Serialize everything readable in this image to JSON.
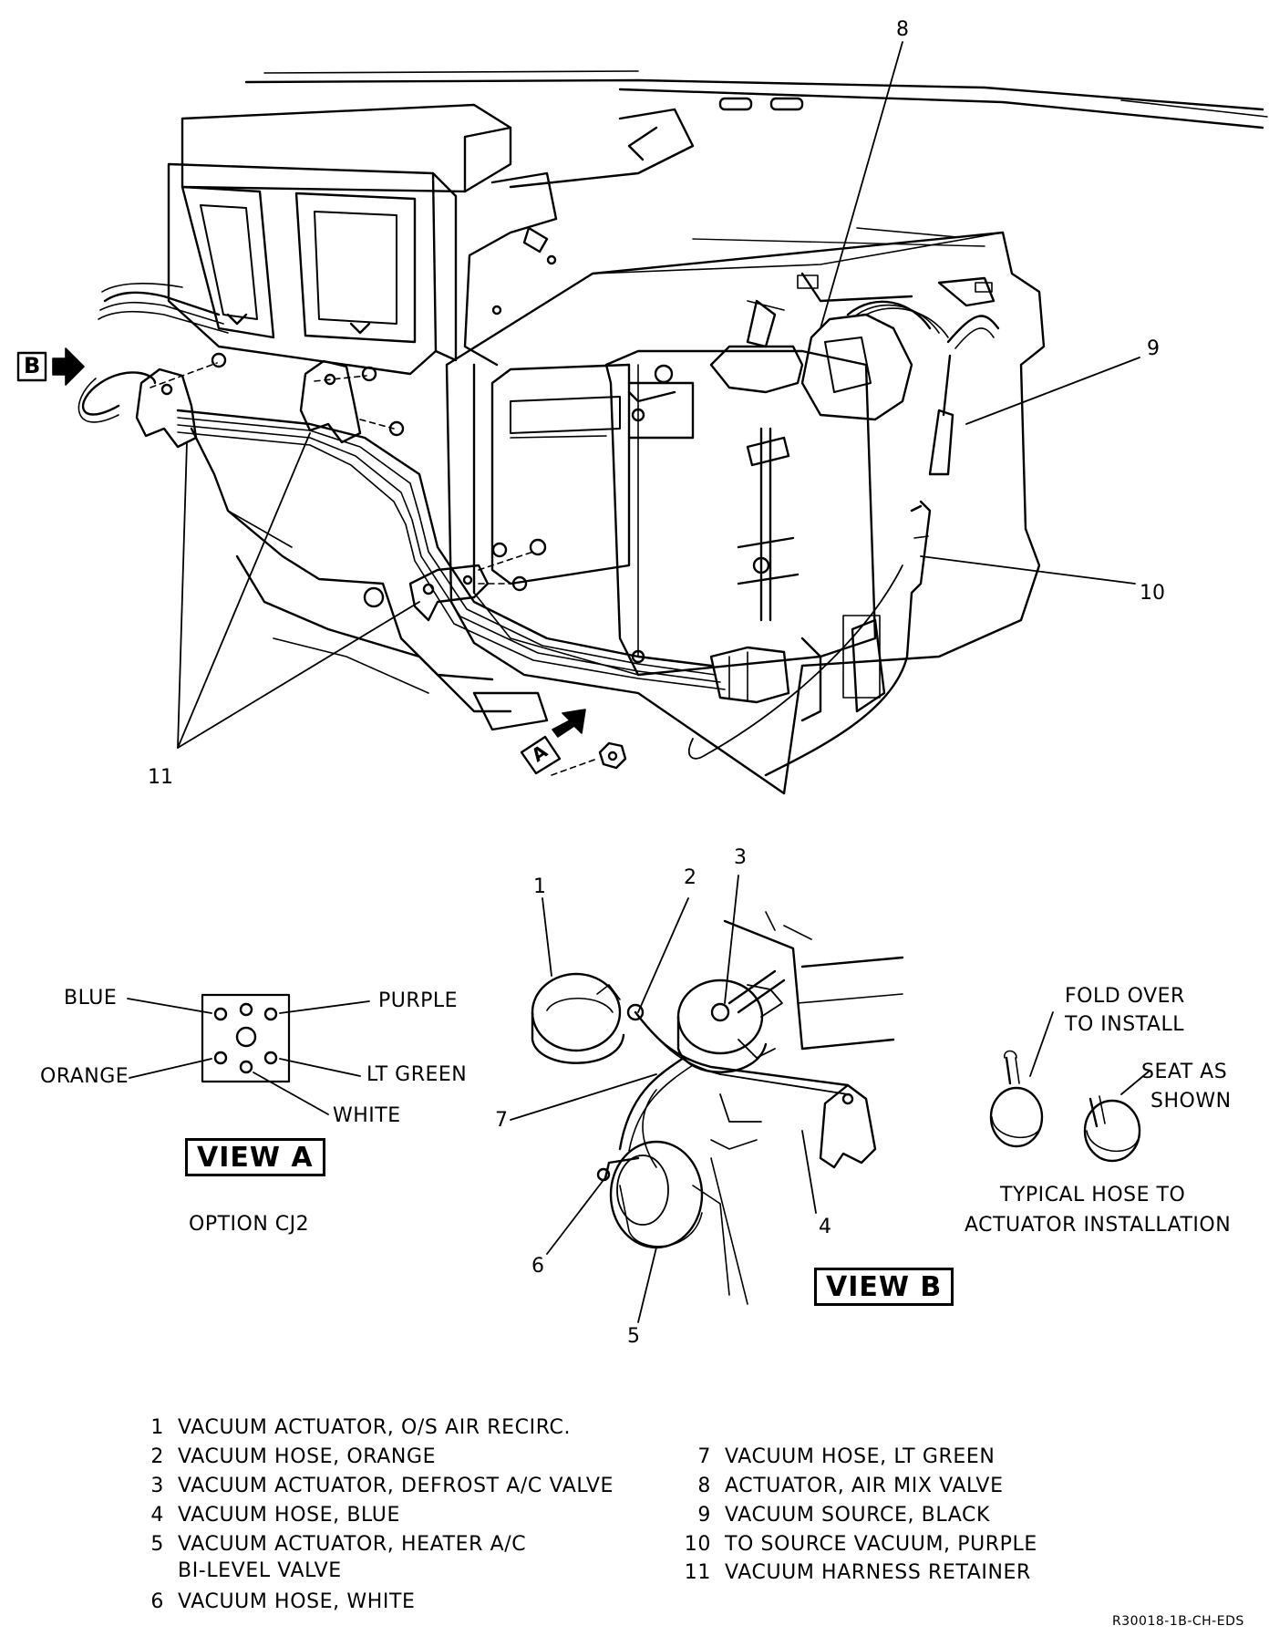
{
  "callouts": {
    "c1": "1",
    "c2": "2",
    "c3": "3",
    "c4": "4",
    "c5": "5",
    "c6": "6",
    "c7": "7",
    "c8": "8",
    "c9": "9",
    "c10": "10",
    "c11": "11"
  },
  "view_markers": {
    "b": "B",
    "a": "A"
  },
  "view_a": {
    "title": "VIEW A",
    "option": "OPTION CJ2",
    "ports": {
      "blue": "BLUE",
      "purple": "PURPLE",
      "orange": "ORANGE",
      "lt_green": "LT GREEN",
      "white": "WHITE"
    }
  },
  "view_b": {
    "title": "VIEW B"
  },
  "install_note": {
    "fold_line1": "FOLD OVER",
    "fold_line2": "TO INSTALL",
    "seat_line1": "SEAT AS",
    "seat_line2": "SHOWN",
    "caption_line1": "TYPICAL HOSE TO",
    "caption_line2": "ACTUATOR INSTALLATION"
  },
  "legend": {
    "left": [
      {
        "num": "1",
        "text": "VACUUM ACTUATOR, O/S AIR RECIRC."
      },
      {
        "num": "2",
        "text": "VACUUM HOSE, ORANGE"
      },
      {
        "num": "3",
        "text": "VACUUM ACTUATOR, DEFROST A/C VALVE"
      },
      {
        "num": "4",
        "text": "VACUUM HOSE, BLUE"
      },
      {
        "num": "5",
        "text": "VACUUM ACTUATOR, HEATER A/C"
      },
      {
        "num": "",
        "text": "BI-LEVEL VALVE"
      },
      {
        "num": "6",
        "text": "VACUUM HOSE, WHITE"
      }
    ],
    "right": [
      {
        "num": "7",
        "text": "VACUUM HOSE, LT GREEN"
      },
      {
        "num": "8",
        "text": "ACTUATOR, AIR MIX VALVE"
      },
      {
        "num": "9",
        "text": "VACUUM SOURCE, BLACK"
      },
      {
        "num": "10",
        "text": "TO SOURCE VACUUM, PURPLE"
      },
      {
        "num": "11",
        "text": "VACUUM HARNESS RETAINER"
      }
    ]
  },
  "figure_code": "R30018-1B-CH-EDS"
}
